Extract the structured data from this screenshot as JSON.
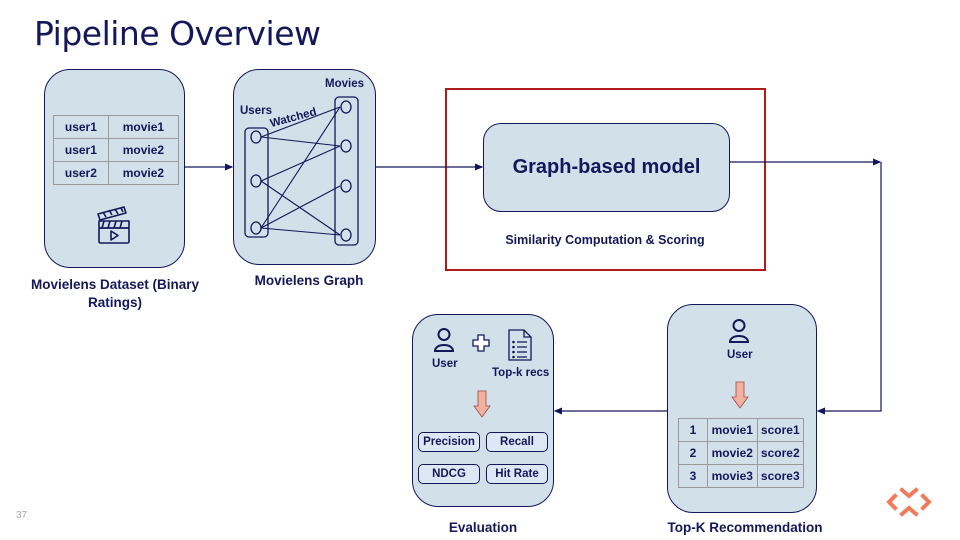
{
  "slide": {
    "title": "Pipeline Overview",
    "page_number": "37"
  },
  "dataset": {
    "rows": [
      [
        "user1",
        "movie1"
      ],
      [
        "user1",
        "movie2"
      ],
      [
        "user2",
        "movie2"
      ]
    ],
    "icon": "clapperboard-icon",
    "caption_line1": "Movielens Dataset (Binary",
    "caption_line2": "Ratings)"
  },
  "graph": {
    "users_label": "Users",
    "movies_label": "Movies",
    "edge_label": "Watched",
    "caption": "Movielens Graph"
  },
  "model": {
    "label": "Graph-based model",
    "subcaption": "Similarity Computation & Scoring"
  },
  "topk": {
    "user_label": "User",
    "rows": [
      [
        "1",
        "movie1",
        "score1"
      ],
      [
        "2",
        "movie2",
        "score2"
      ],
      [
        "3",
        "movie3",
        "score3"
      ]
    ],
    "caption": "Top-K Recommendation"
  },
  "evaluation": {
    "user_label": "User",
    "recs_label": "Top-k recs",
    "metrics": [
      "Precision",
      "Recall",
      "NDCG",
      "Hit Rate"
    ],
    "caption": "Evaluation"
  },
  "colors": {
    "navy": "#14175a",
    "panel": "#d2e0e9",
    "highlight": "#b01c1c",
    "arrow": "#f4b0a0",
    "logo": "#f07b5a"
  }
}
